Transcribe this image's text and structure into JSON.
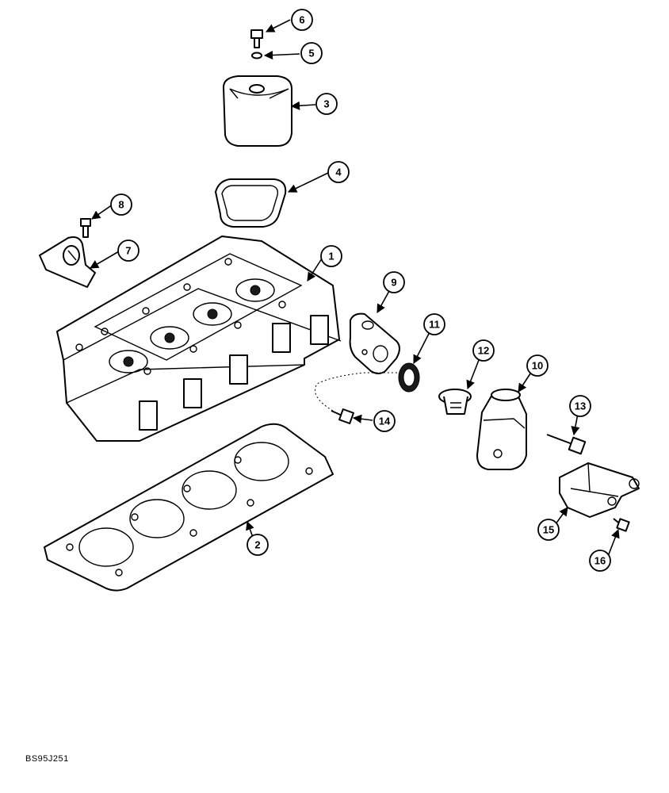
{
  "figure_code": "BS95J251",
  "callouts": [
    "1",
    "2",
    "3",
    "4",
    "5",
    "6",
    "7",
    "8",
    "9",
    "10",
    "11",
    "12",
    "13",
    "14",
    "15",
    "16"
  ]
}
